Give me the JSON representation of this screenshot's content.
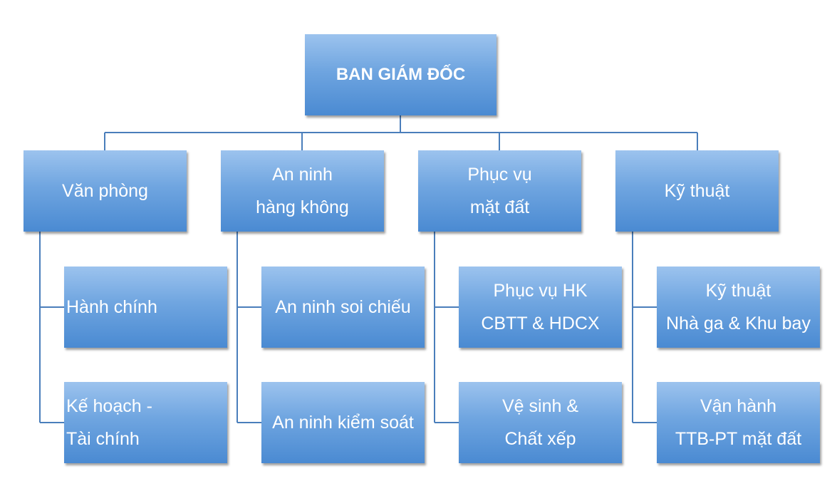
{
  "chart": {
    "root": {
      "label": "BAN GIÁM ĐỐC"
    },
    "departments": [
      {
        "lines": [
          "Văn phòng"
        ],
        "units": [
          {
            "lines": [
              "Hành chính"
            ]
          },
          {
            "lines": [
              "Kế hoạch -",
              "Tài chính"
            ]
          }
        ]
      },
      {
        "lines": [
          "An ninh",
          "hàng không"
        ],
        "units": [
          {
            "lines": [
              "An ninh soi chiếu"
            ]
          },
          {
            "lines": [
              "An ninh kiểm soát"
            ]
          }
        ]
      },
      {
        "lines": [
          "Phục vụ",
          "mặt đất"
        ],
        "units": [
          {
            "lines": [
              "Phục vụ HK",
              "CBTT & HDCX"
            ]
          },
          {
            "lines": [
              "Vệ sinh &",
              "Chất xếp"
            ]
          }
        ]
      },
      {
        "lines": [
          "Kỹ thuật"
        ],
        "units": [
          {
            "lines": [
              "Kỹ thuật",
              "Nhà ga & Khu bay"
            ]
          },
          {
            "lines": [
              "Vận hành",
              "TTB-PT mặt đất"
            ]
          }
        ]
      }
    ]
  },
  "colors": {
    "box_top": "#9cc3ee",
    "box_bottom": "#4a8ad2",
    "connector": "#4a7ebb",
    "text": "#ffffff"
  }
}
